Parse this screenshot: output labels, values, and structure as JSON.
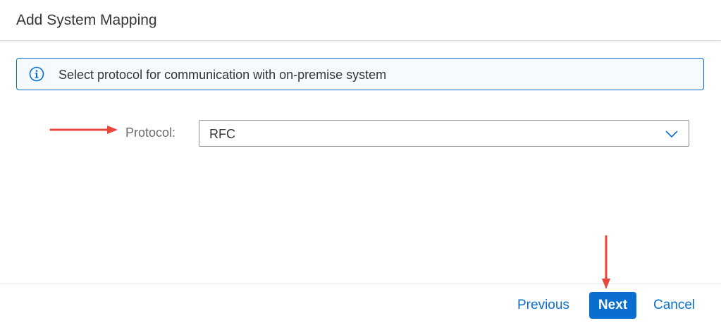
{
  "dialog": {
    "title": "Add System Mapping"
  },
  "info": {
    "icon": "info-icon",
    "text": "Select protocol for communication with on-premise system"
  },
  "form": {
    "protocol_label": "Protocol:",
    "protocol_value": "RFC",
    "dropdown_icon": "chevron-down-icon"
  },
  "footer": {
    "previous_label": "Previous",
    "next_label": "Next",
    "cancel_label": "Cancel"
  },
  "colors": {
    "accent": "#0a6ed1",
    "annotation_arrow": "#e8453c",
    "text": "#32363a",
    "label": "#6a6d70"
  }
}
